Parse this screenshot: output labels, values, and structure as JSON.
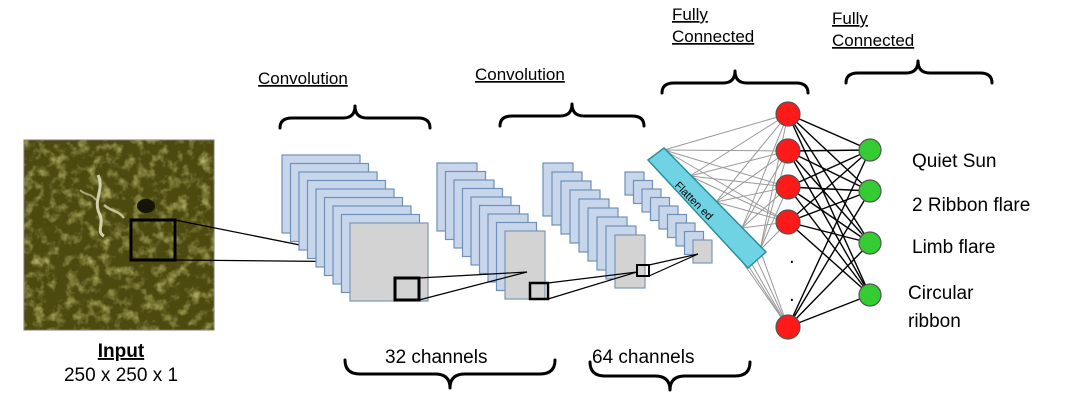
{
  "input": {
    "title": "Input",
    "dims": "250 x 250 x 1"
  },
  "sections": {
    "conv1": "Convolution",
    "conv2": "Convolution",
    "fc1_line1": "Fully",
    "fc1_line2": "Connected",
    "fc2_line1": "Fully",
    "fc2_line2": "Connected"
  },
  "channels": {
    "a": "32 channels",
    "b": "64 channels"
  },
  "flatten_label": "Flatten ed",
  "outputs": [
    "Quiet Sun",
    "2 Ribbon flare",
    "Limb flare",
    "Circular",
    "ribbon"
  ],
  "colors": {
    "hidden_node": "#ff1a1a",
    "output_node": "#33cc33",
    "flatten_bar": "#6fd3e3",
    "input_image": "#4d4a10"
  }
}
